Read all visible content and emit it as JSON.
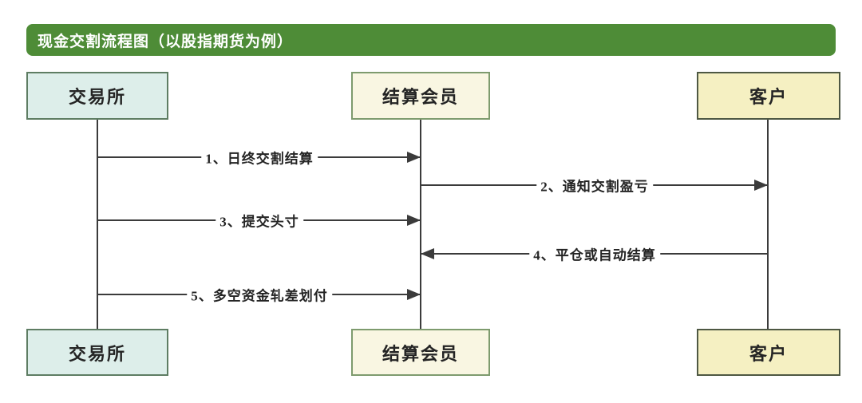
{
  "title": "现金交割流程图（以股指期货为例）",
  "colors": {
    "header_bg": "#4e8c37",
    "header_text": "#ffffff",
    "line": "#3b3b3b",
    "text": "#242424",
    "label_bg": "#ffffff",
    "exchange_fill": "#ddeeea",
    "exchange_border": "#5e7d63",
    "clearing_fill": "#f9f6e2",
    "clearing_border": "#7e9b6e",
    "customer_fill": "#f5f0c2",
    "customer_border": "#4e5843"
  },
  "actors": [
    {
      "id": "exchange",
      "label": "交易所"
    },
    {
      "id": "clearing-member",
      "label": "结算会员"
    },
    {
      "id": "customer",
      "label": "客户"
    }
  ],
  "messages": [
    {
      "label": "1、日终交割结算",
      "from": "交易所",
      "to": "结算会员",
      "direction": "right"
    },
    {
      "label": "2、通知交割盈亏",
      "from": "结算会员",
      "to": "客户",
      "direction": "right"
    },
    {
      "label": "3、提交头寸",
      "from": "交易所",
      "to": "结算会员",
      "direction": "right"
    },
    {
      "label": "4、平仓或自动结算",
      "from": "客户",
      "to": "结算会员",
      "direction": "left"
    },
    {
      "label": "5、多空资金轧差划付",
      "from": "交易所",
      "to": "结算会员",
      "direction": "right"
    }
  ]
}
